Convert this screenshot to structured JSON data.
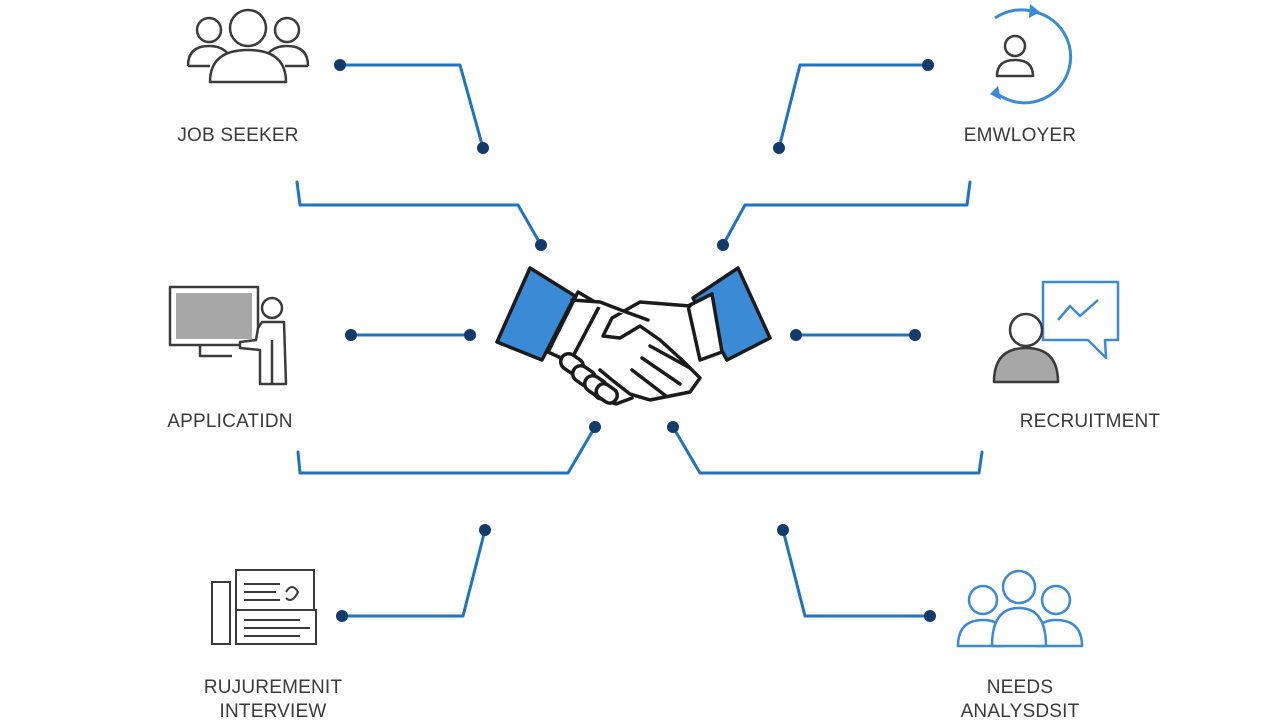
{
  "colors": {
    "connector": "#1f73c0",
    "node_dot": "#123a6b",
    "accent_blue": "#3a8ad6",
    "icon_outline": "#3b3b3b",
    "icon_gray": "#a7a7a7",
    "background": "#ffffff"
  },
  "center": {
    "icon": "handshake-icon"
  },
  "nodes": {
    "job_seeker": {
      "label": "JOB SEEKER",
      "icon": "group-of-people-icon"
    },
    "employer": {
      "label": "EMWLOYER",
      "icon": "user-cycle-icon"
    },
    "application": {
      "label": "APPLICATIDN",
      "icon": "presenter-screen-icon"
    },
    "recruitment": {
      "label": "RECRUITMENT",
      "icon": "person-chart-bubble-icon"
    },
    "interview": {
      "label_line1": "RUJUREMENIT",
      "label_line2": "INTERVIEW",
      "icon": "document-forms-icon"
    },
    "needs_analysis": {
      "label_line1": "NEEDS",
      "label_line2": "ANALYSDSIT",
      "icon": "team-icon"
    }
  }
}
